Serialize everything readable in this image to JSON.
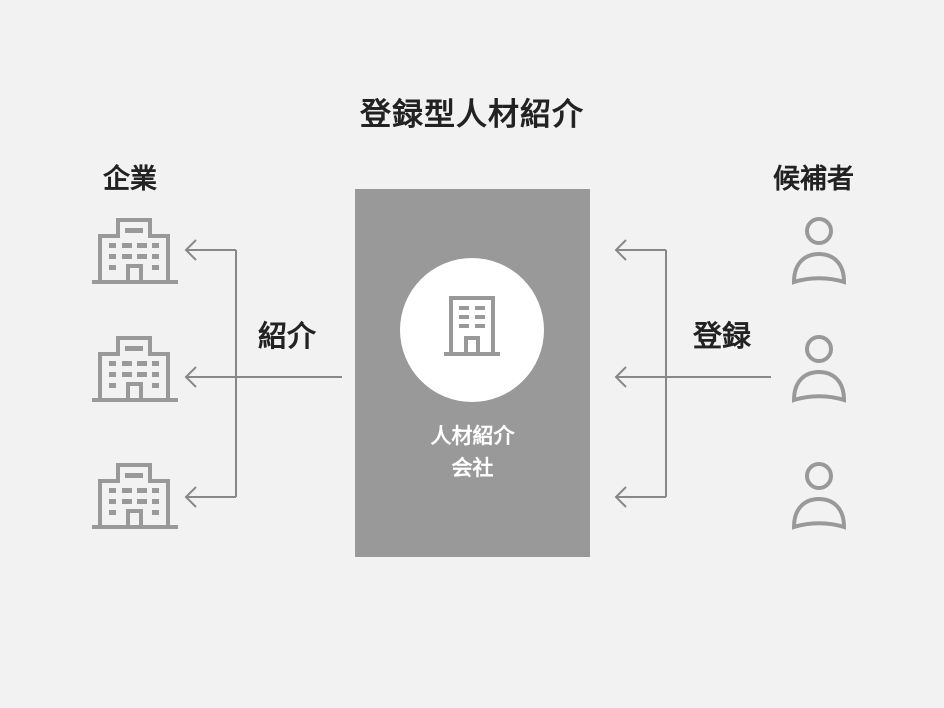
{
  "title": "登録型人材紹介",
  "companies": {
    "label": "企業",
    "count": 3,
    "icon": "office-building-icon"
  },
  "candidates": {
    "label": "候補者",
    "count": 3,
    "icon": "person-icon"
  },
  "agency": {
    "line1": "人材紹介",
    "line2": "会社",
    "icon": "office-tower-icon"
  },
  "flows": {
    "introduce": "紹介",
    "register": "登録"
  },
  "colors": {
    "background": "#f2f2f2",
    "agency_box": "#999999",
    "icons": "#999999",
    "arrows": "#888888",
    "text": "#222222"
  }
}
